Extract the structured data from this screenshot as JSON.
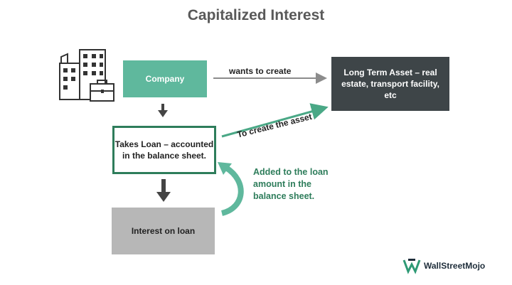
{
  "title": "Capitalized Interest",
  "boxes": {
    "company": "Company",
    "asset": "Long Term Asset – real estate, transport facility, etc",
    "loan": "Takes Loan – accounted in the balance sheet.",
    "interest": "Interest on loan"
  },
  "labels": {
    "wants_to_create": "wants to create",
    "to_create_asset": "To create the asset",
    "added_to_loan": "Added to the loan amount in the balance sheet."
  },
  "logo": {
    "text": "WallStreetMojo"
  },
  "colors": {
    "green": "#5fb89d",
    "dark_green": "#2e7d5b",
    "dark": "#3e4548",
    "gray": "#b7b7b7",
    "arrow_gray": "#8c8c8c"
  },
  "icons": [
    "building-briefcase-icon",
    "wallstreetmojo-logo-icon"
  ]
}
